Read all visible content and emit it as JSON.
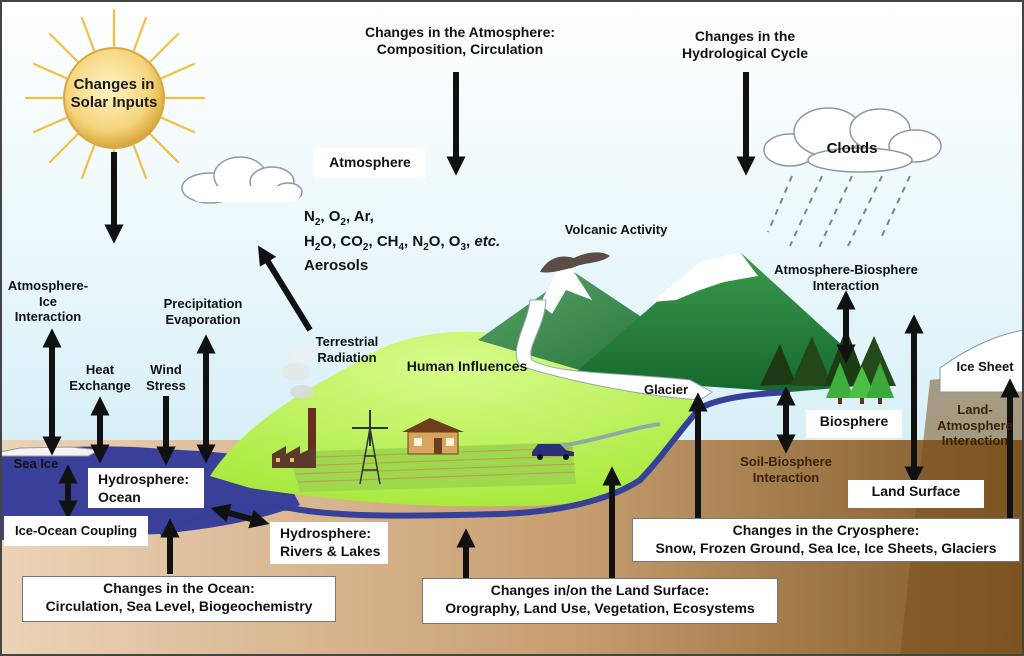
{
  "labels": {
    "sun": [
      "Changes in",
      "Solar Inputs"
    ],
    "atmosphere_changes": [
      "Changes in the Atmosphere:",
      "Composition, Circulation"
    ],
    "hydrological_changes": [
      "Changes in the",
      "Hydrological Cycle"
    ],
    "clouds": "Clouds",
    "atmosphere": "Atmosphere",
    "volcanic": "Volcanic Activity",
    "atm_bio": [
      "Atmosphere-Biosphere",
      "Interaction"
    ],
    "atm_ice": [
      "Atmosphere-",
      "Ice",
      "Interaction"
    ],
    "precip": [
      "Precipitation",
      "Evaporation"
    ],
    "terrestrial": [
      "Terrestrial",
      "Radiation"
    ],
    "heat": [
      "Heat",
      "Exchange"
    ],
    "wind": [
      "Wind",
      "Stress"
    ],
    "human": "Human Influences",
    "glacier": "Glacier",
    "ice_sheet": "Ice Sheet",
    "sea_ice": "Sea Ice",
    "biosphere": "Biosphere",
    "land_atm": [
      "Land-",
      "Atmosphere",
      "Interaction"
    ],
    "soil_bio": [
      "Soil-Biosphere",
      "Interaction"
    ],
    "land_surface": "Land Surface",
    "hydro_ocean": [
      "Hydrosphere:",
      "Ocean"
    ],
    "ice_ocean": "Ice-Ocean Coupling",
    "hydro_rivers": [
      "Hydrosphere:",
      "Rivers & Lakes"
    ],
    "cryosphere": [
      "Changes in the Cryosphere:",
      "Snow, Frozen Ground, Sea Ice, Ice Sheets, Glaciers"
    ],
    "ocean_changes": [
      "Changes in the Ocean:",
      "Circulation, Sea Level, Biogeochemistry"
    ],
    "land_changes": [
      "Changes in/on the Land Surface:",
      "Orography, Land Use, Vegetation, Ecosystems"
    ]
  },
  "composition": {
    "line1": [
      "N",
      "2",
      ", O",
      "2",
      ",  Ar,"
    ],
    "line2": [
      "H",
      "2",
      "O, CO",
      "2",
      ", CH",
      "4",
      ", N",
      "2",
      "O, O",
      "3",
      ", ",
      "etc."
    ],
    "line3": "Aerosols"
  }
}
